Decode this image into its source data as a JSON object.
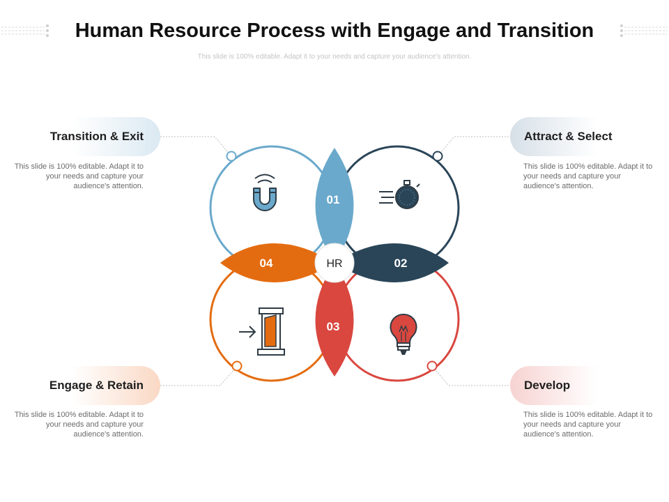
{
  "title": "Human Resource Process with Engage and Transition",
  "subtitle": "This slide is 100% editable.  Adapt it to your needs  and capture  your audience's  attention.",
  "center_label": "HR",
  "colors": {
    "blue": "#6aa9cc",
    "navy": "#2a4558",
    "red": "#d9473f",
    "orange": "#e46c10"
  },
  "steps": [
    {
      "number": "01",
      "title": "Attract & Select",
      "description": "This slide is 100% editable. Adapt it to your needs and capture your audience's attention.",
      "icon": "stopwatch-icon"
    },
    {
      "number": "02",
      "title": "Develop",
      "description": "This slide is 100% editable. Adapt it to your needs and capture your audience's attention.",
      "icon": "lightbulb-icon"
    },
    {
      "number": "03",
      "title": "Engage & Retain",
      "description": "This slide is 100% editable. Adapt it to your needs and capture your audience's attention.",
      "icon": "door-icon"
    },
    {
      "number": "04",
      "title": "Transition & Exit",
      "description": "This slide is 100% editable. Adapt it to your needs and capture your audience's attention.",
      "icon": "magnet-icon"
    }
  ]
}
